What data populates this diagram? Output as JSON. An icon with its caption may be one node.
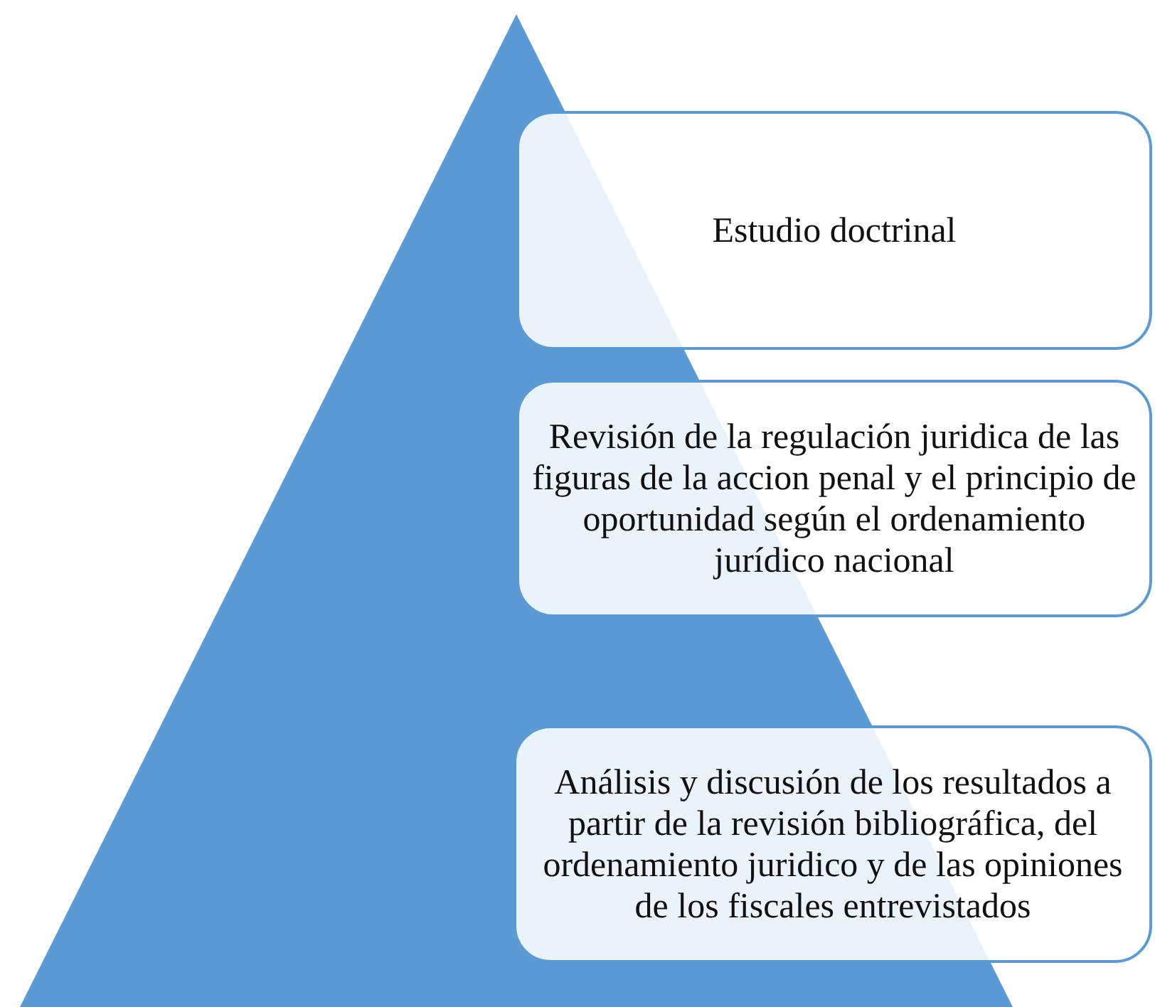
{
  "diagram": {
    "nodes": [
      {
        "text": [],
        "shape": "triangle"
      },
      {
        "text": [
          "Estudio doctrinal"
        ]
      },
      {
        "text": [
          "Revisión de la regulación juridica de las figuras de la accion penal y el principio de oportunidad según el ordenamiento jurídico nacional"
        ]
      },
      {
        "text": [
          "Análisis y discusión de los resultados a partir de la revisión bibliográfica, del ordenamiento juridico y de las opiniones de los fiscales entrevistados"
        ]
      }
    ]
  }
}
